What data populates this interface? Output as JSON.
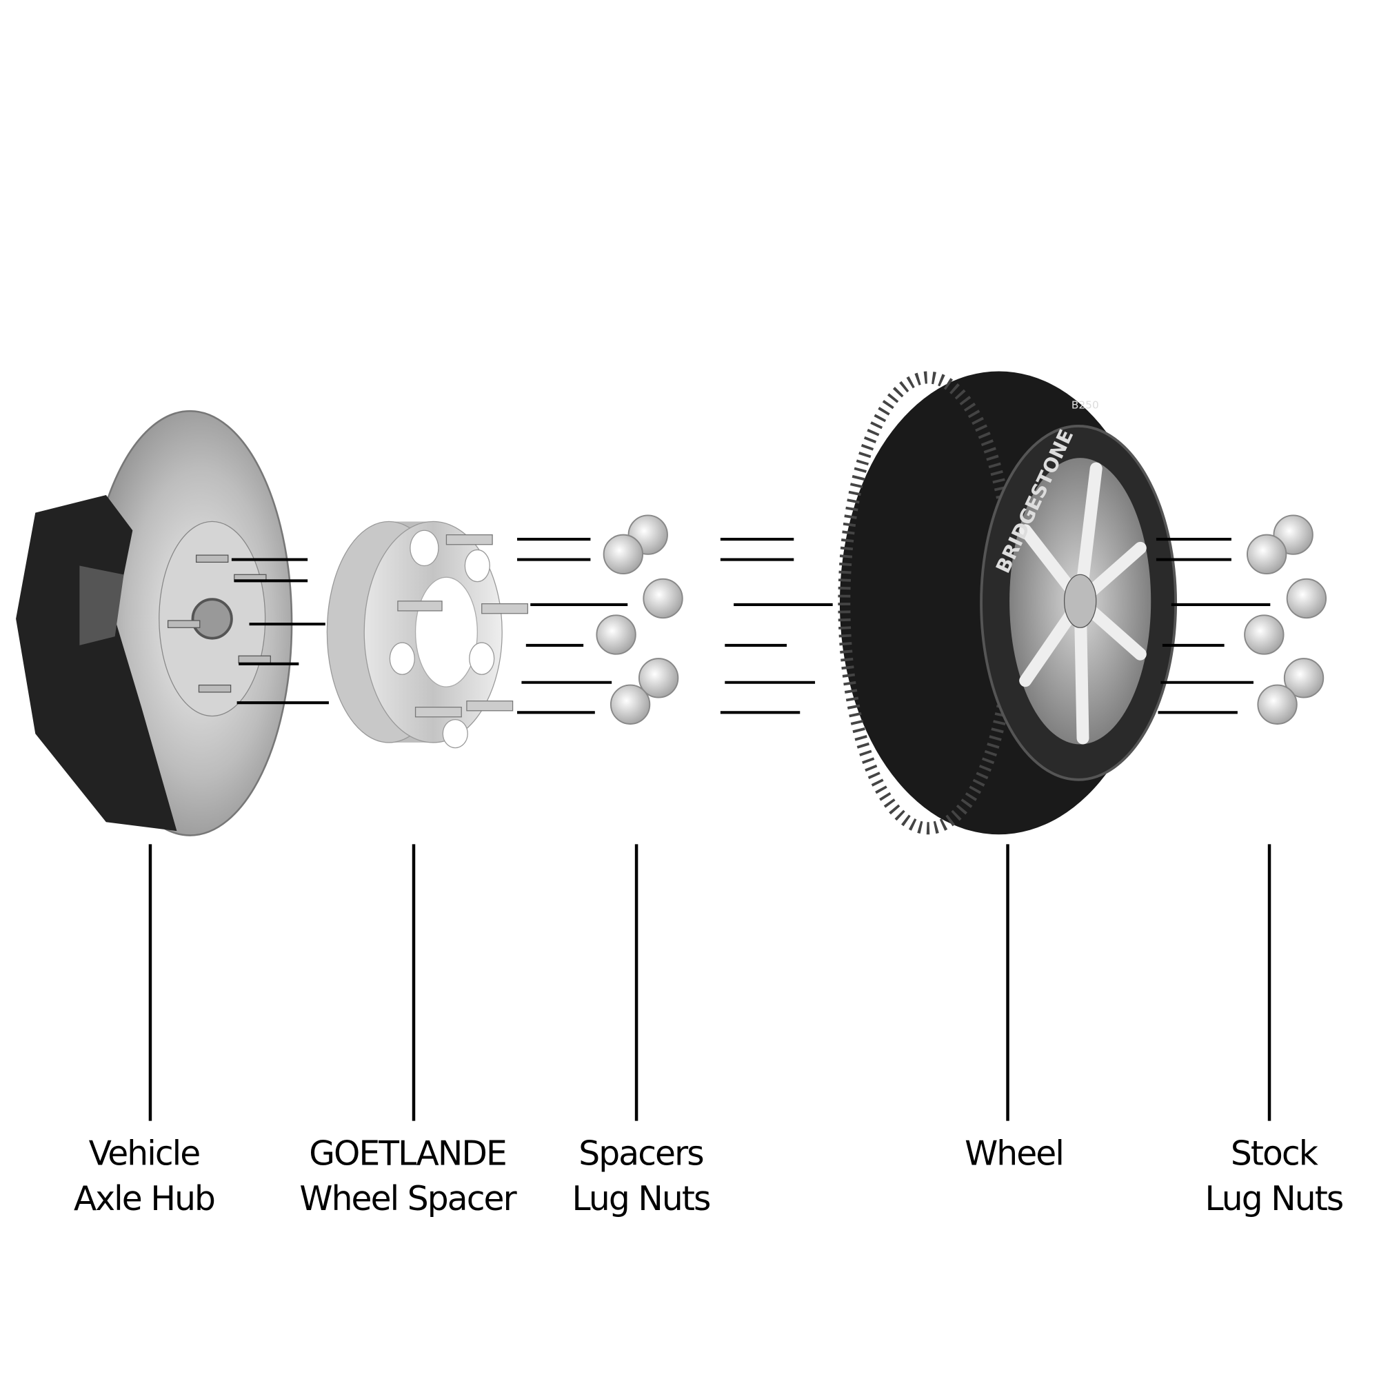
{
  "labels": [
    {
      "line1": "Vehicle",
      "line2": "Axle Hub"
    },
    {
      "line1": "GOETLANDE",
      "line2": "Wheel Spacer"
    },
    {
      "line1": "Spacers",
      "line2": "Lug Nuts"
    },
    {
      "line1": "Wheel",
      "line2": ""
    },
    {
      "line1": "Stock",
      "line2": "Lug Nuts"
    }
  ],
  "tire": {
    "brand": "BRIDGESTONE",
    "model": "B250"
  },
  "colors": {
    "ink": "#000000",
    "silver": "#cfcfcf",
    "tire": "#1a1a1a"
  }
}
